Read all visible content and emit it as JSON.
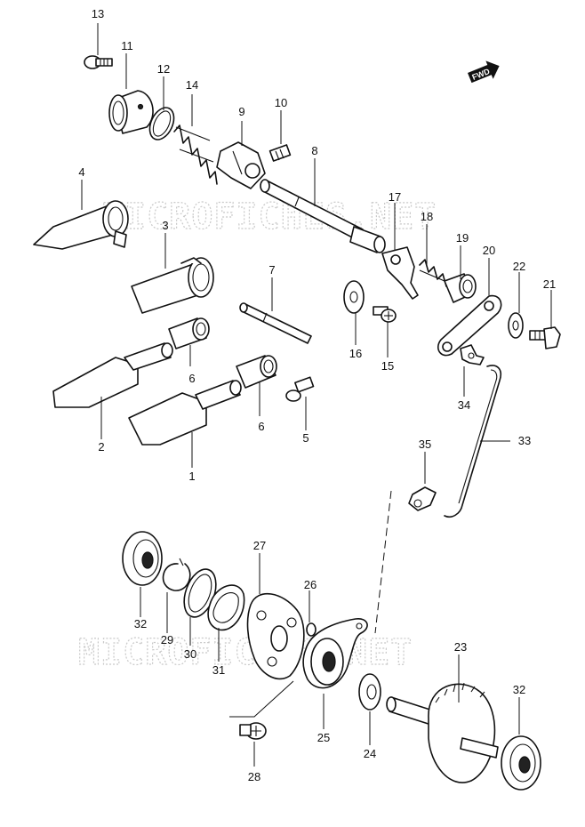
{
  "watermark": {
    "text": "MICROFICHES.NET"
  },
  "direction_badge": {
    "label": "FWD"
  },
  "callouts": [
    "1",
    "2",
    "3",
    "4",
    "5",
    "6",
    "6",
    "7",
    "8",
    "9",
    "10",
    "11",
    "12",
    "13",
    "14",
    "15",
    "16",
    "17",
    "18",
    "19",
    "20",
    "21",
    "22",
    "23",
    "24",
    "25",
    "26",
    "27",
    "28",
    "29",
    "30",
    "31",
    "32",
    "32",
    "33",
    "34",
    "35"
  ],
  "colors": {
    "line": "#111111",
    "paper": "#ffffff",
    "watermark": "#c9c9c9"
  }
}
